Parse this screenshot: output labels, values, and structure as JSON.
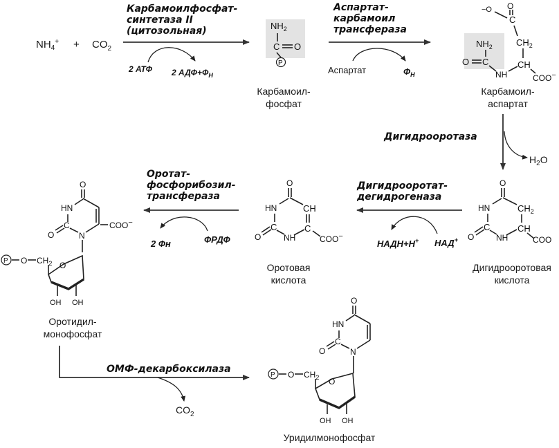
{
  "diagram": {
    "start": {
      "nh4": "NH",
      "nh4_sub": "4",
      "nh4_sup": "+",
      "plus": "+",
      "co2": "CO",
      "co2_sub": "2"
    },
    "enzymes": {
      "cps2": [
        "Карбамоилфосфат-",
        "синтетаза II",
        "(цитозольная)"
      ],
      "atc": [
        "Аспартат-",
        "карбамоил",
        "трансфераза"
      ],
      "dho": "Дигидрооротаза",
      "dhodh": [
        "Дигидрооротат-",
        "дегидрогеназа"
      ],
      "oprt": [
        "Оротат-",
        "фосфорибозил-",
        "трансфераза"
      ],
      "omp_dc": "ОМФ-декарбоксилаза"
    },
    "cofactors": {
      "atp_in": "2 АТФ",
      "adp_out": "2 АДФ+Ф",
      "adp_out_sub": "Н",
      "aspartate": "Аспартат",
      "pi": "Ф",
      "pi_sub": "Н",
      "water": "H",
      "water_sub": "2",
      "water_o": "O",
      "nadh": "НАДН+Н",
      "nadh_sup": "+",
      "nad": "НАД",
      "nad_sup": "+",
      "prpp": "ФРДФ",
      "ppi": "2 Фн",
      "co2_out": "CO",
      "co2_out_sub": "2"
    },
    "compounds": {
      "carbamoyl_phosphate": [
        "Карбамоил-",
        "фосфат"
      ],
      "carbamoyl_aspartate": [
        "Карбамоил-",
        "аспартат"
      ],
      "dihydroorotate": [
        "Дигидрооротовая",
        "кислота"
      ],
      "orotate": [
        "Оротовая",
        "кислота"
      ],
      "omp": [
        "Оротидил-",
        "монофосфат"
      ],
      "ump": "Уридилмонофосфат"
    },
    "atoms": {
      "nh2": "NH",
      "nh2_sub": "2",
      "c": "C",
      "o": "O",
      "p": "P",
      "ch": "CH",
      "ch2": "CH",
      "ch2_sub": "2",
      "nh": "NH",
      "hn": "HN",
      "n": "N",
      "coo": "COO",
      "minus": "−",
      "oh": "OH",
      "o_minus": "−O"
    }
  }
}
